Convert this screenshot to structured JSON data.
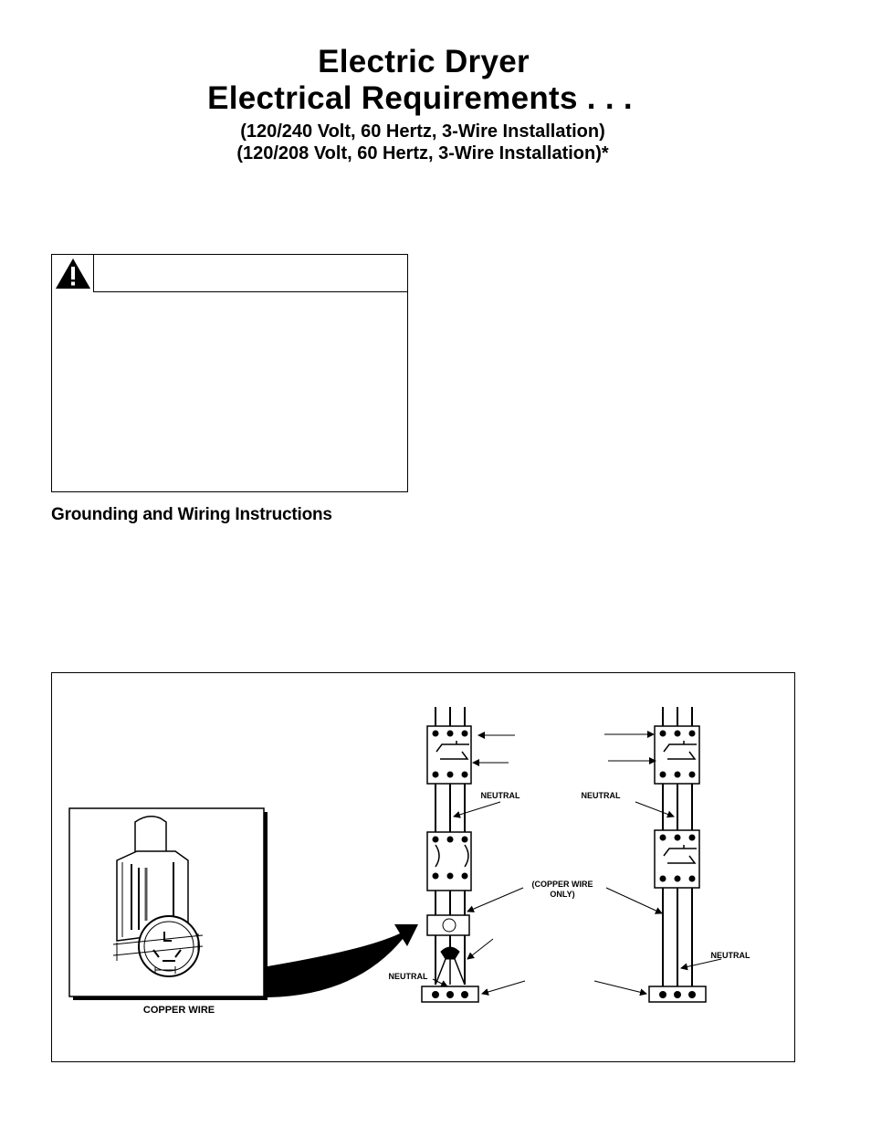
{
  "header": {
    "title_line1": "Electric Dryer",
    "title_line2": "Electrical Requirements . . .",
    "subtitle_line1": "(120/240 Volt, 60 Hertz, 3-Wire Installation)",
    "subtitle_line2": "(120/208 Volt, 60 Hertz, 3-Wire Installation)*"
  },
  "warning_box": {
    "icon": "warning-triangle-icon"
  },
  "section": {
    "heading": "Grounding and Wiring Instructions"
  },
  "diagram": {
    "inset_caption": "COPPER WIRE",
    "labels": {
      "neutral_left_upper": "NEUTRAL",
      "neutral_right_upper": "NEUTRAL",
      "copper_wire_only_line1": "(COPPER WIRE",
      "copper_wire_only_line2": "ONLY)",
      "neutral_left_lower": "NEUTRAL",
      "neutral_right_lower": "NEUTRAL"
    }
  }
}
